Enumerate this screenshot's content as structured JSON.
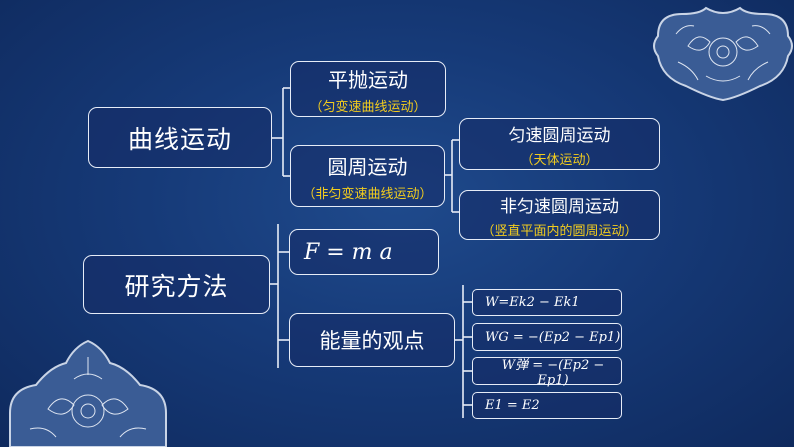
{
  "nodes": {
    "curve": "曲线运动",
    "projectile": {
      "title": "平抛运动",
      "note": "（匀变速曲线运动）"
    },
    "circular": {
      "title": "圆周运动",
      "note": "（非匀变速曲线运动）"
    },
    "uniform_circular": {
      "title": "匀速圆周运动",
      "note": "（天体运动）"
    },
    "nonuniform_circular": {
      "title": "非匀速圆周运动",
      "note": "（竖直平面内的圆周运动）"
    },
    "method": "研究方法",
    "newton": "F = m a",
    "energy": "能量的观点"
  },
  "formulas": {
    "work_energy": "W=Ek2 − Ek1",
    "gravity": "WG = −(Ep2 − Ep1)",
    "spring": "W弹 = −(Ep2 − Ep1)",
    "conservation": "E1 = E2"
  },
  "colors": {
    "background": "#163a78",
    "note": "#f2cc1e",
    "border": "#e6ecf7"
  }
}
